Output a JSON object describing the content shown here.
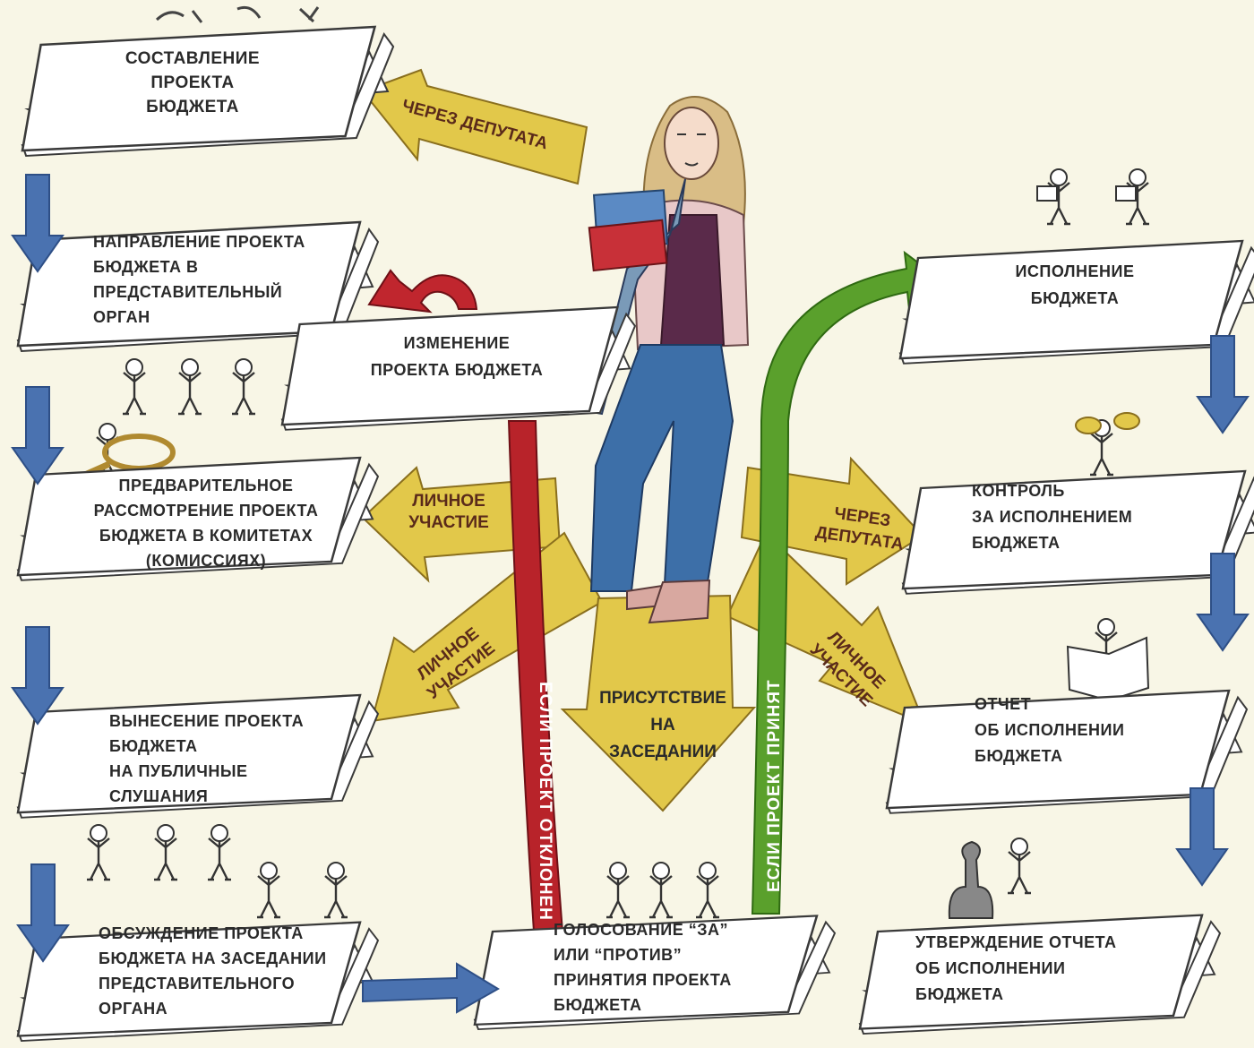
{
  "colors": {
    "background": "#f8f6e6",
    "sheet": "#ffffff",
    "sheet_outline": "#3a3a3a",
    "flow_arrow_blue": "#4a72b0",
    "participation_arrow_yellow": "#e2c84a",
    "rejected_band_red": "#b8232a",
    "accepted_band_green": "#5aa02c"
  },
  "stages_left": [
    "СОСТАВЛЕНИЕ\nПРОЕКТА\nБЮДЖЕТА",
    "НАПРАВЛЕНИЕ ПРОЕКТА\nБЮДЖЕТА В\nПРЕДСТАВИТЕЛЬНЫЙ\nОРГАН",
    "ПРЕДВАРИТЕЛЬНОЕ\nРАССМОТРЕНИЕ ПРОЕКТА\nБЮДЖЕТА В КОМИТЕТАХ\n(КОМИССИЯХ)",
    "ВЫНЕСЕНИЕ ПРОЕКТА\nБЮДЖЕТА\nНА ПУБЛИЧНЫЕ\nСЛУШАНИЯ",
    "ОБСУЖДЕНИЕ ПРОЕКТА\nБЮДЖЕТА НА ЗАСЕДАНИИ\nПРЕДСТАВИТЕЛЬНОГО\nОРГАНА"
  ],
  "stage_change": "ИЗМЕНЕНИЕ\nПРОЕКТА БЮДЖЕТА",
  "stage_vote": "ГОЛОСОВАНИЕ “ЗА”\nИЛИ “ПРОТИВ”\nПРИНЯТИЯ ПРОЕКТА\nБЮДЖЕТА",
  "stages_right": [
    "ИСПОЛНЕНИЕ\nБЮДЖЕТА",
    "КОНТРОЛЬ\nЗА ИСПОЛНЕНИЕМ\nБЮДЖЕТА",
    "ОТЧЕТ\nОБ ИСПОЛНЕНИИ\nБЮДЖЕТА",
    "УТВЕРЖДЕНИЕ ОТЧЕТА\nОБ ИСПОЛНЕНИИ\nБЮДЖЕТА"
  ],
  "arrow_labels": {
    "via_deputy_top": "ЧЕРЕЗ ДЕПУТАТА",
    "personal_upper_left": "ЛИЧНОЕ\nУЧАСТИЕ",
    "personal_lower_left": "ЛИЧНОЕ\nУЧАСТИЕ",
    "via_deputy_right": "ЧЕРЕЗ\nДЕПУТАТА",
    "personal_lower_right": "ЛИЧНОЕ\nУЧАСТИЕ",
    "attendance": "ПРИСУТСТВИЕ\nНА\nЗАСЕДАНИИ"
  },
  "band_labels": {
    "rejected": "ЕСЛИ ПРОЕКТ ОТКЛОНЕН",
    "accepted": "ЕСЛИ ПРОЕКТ ПРИНЯТ"
  }
}
